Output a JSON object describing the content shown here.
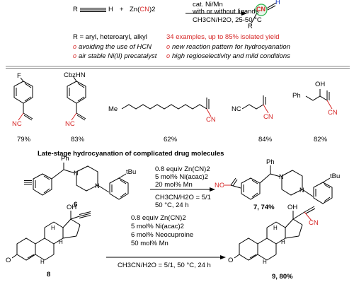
{
  "header": {
    "reactants": {
      "r": "R",
      "h": "H",
      "plus": "+",
      "zn": "Zn(",
      "cn": "CN",
      "close": ")2"
    },
    "conditions": {
      "line1": "cat. Ni/Mn",
      "line2": "with or without ligands",
      "line3": "CH3CN/H2O, 25-50 °C"
    },
    "product": {
      "cn": "CN",
      "h": "H",
      "r": "R"
    },
    "scope": "R = aryl, heteroaryl, alkyl",
    "highlight": "34 examples, up to 85% isolated yield",
    "bullets": [
      "avoiding the use of HCN",
      "new reaction pattern for hydrocyanation",
      "air stable Ni(II) precatalyst",
      "high regioselectivity and mild conditions"
    ]
  },
  "examples": [
    {
      "label": "F",
      "nc": "NC",
      "yield": "79%"
    },
    {
      "label": "CbzHN",
      "nc": "NC",
      "yield": "83%"
    },
    {
      "label": "Me",
      "cn": "CN",
      "yield": "62%"
    },
    {
      "label": "NC",
      "cn": "CN",
      "yield": "84%"
    },
    {
      "label": "Ph",
      "oh": "OH",
      "cn": "CN",
      "yield": "82%"
    }
  ],
  "late_stage": {
    "title": "Late-stage hydrocyanation of complicated drug molecules",
    "rxn1": {
      "sm_label": "6",
      "product_label": "7, 74%",
      "ph": "Ph",
      "n": "N",
      "tbu": "tBu",
      "nc": "NC",
      "conditions": [
        "0.8 equiv Zn(CN)2",
        "5 mol% Ni(acac)2",
        "20 mol% Mn"
      ],
      "conditions_below": [
        "CH3CN/H2O = 5/1",
        "50 °C, 24 h"
      ]
    },
    "rxn2": {
      "sm_label": "8",
      "product_label": "9, 80%",
      "oh": "OH",
      "o": "O",
      "h": "H",
      "cn": "CN",
      "conditions": [
        "0.8 equiv Zn(CN)2",
        "5 mol% Ni(acac)2",
        "6 mol% Neocuproine",
        "50 mol% Mn"
      ],
      "conditions_below": "CH3CN/H2O = 5/1, 50 °C, 24 h"
    }
  }
}
